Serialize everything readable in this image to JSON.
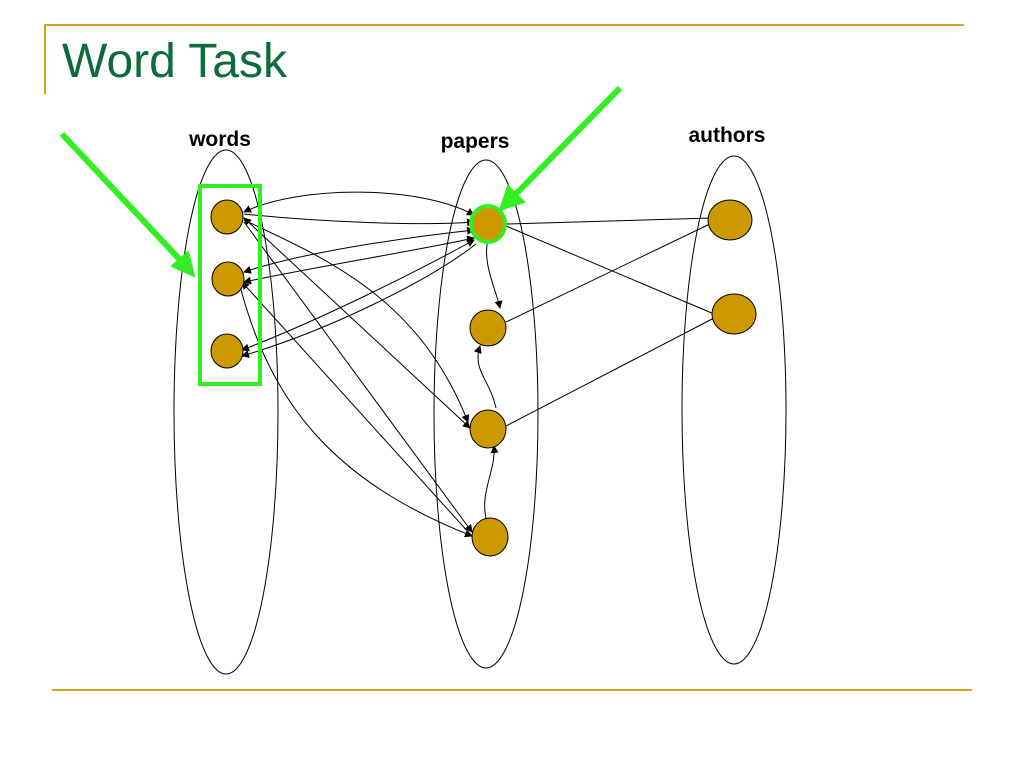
{
  "slide": {
    "title": "Word Task"
  },
  "columns": {
    "words": "words",
    "papers": "papers",
    "authors": "authors"
  },
  "colors": {
    "node": "#cc9900",
    "highlight": "#33ee22",
    "title": "#0b6b3a",
    "rule": "#d7a31c"
  },
  "icons": [
    "arrow-pointer-icon"
  ]
}
